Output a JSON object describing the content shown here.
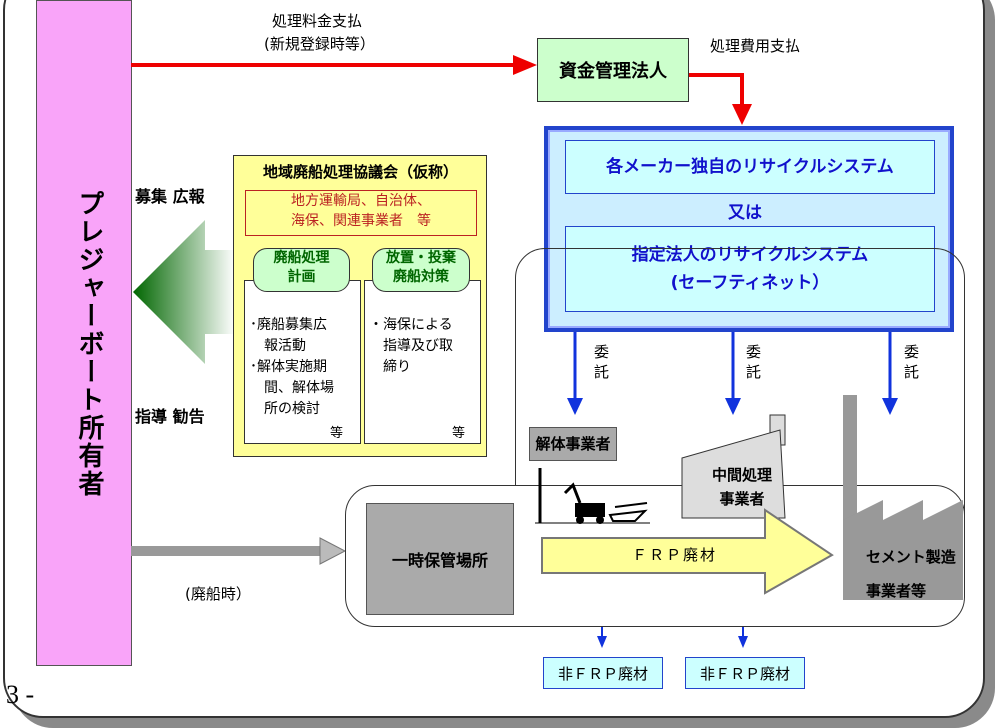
{
  "owner": {
    "label": "プレジャーボート所有者"
  },
  "payment": {
    "line1": "処理料金支払",
    "line2": "(新規登録時等）"
  },
  "cost_payment": "処理費用支払",
  "fund_manager": "資金管理法人",
  "system": {
    "maker": "各メーカー独自のリサイクルシステム",
    "or": "又は",
    "designated_line1": "指定法人のリサイクルシステム",
    "designated_line2": "(セーフティネット）"
  },
  "consign": [
    "委",
    "託"
  ],
  "left_labels": {
    "recruit": "募集 広報",
    "guide": "指導 勧告"
  },
  "council": {
    "title": "地域廃船処理協議会（仮称）",
    "members_line1": "地方運輸局、自治体、",
    "members_line2": "海保、関連事業者　等",
    "plan_title_line1": "廃船処理",
    "plan_title_line2": "計画",
    "measure_title_line1": "放置・投棄",
    "measure_title_line2": "廃船対策",
    "plan_items": [
      "･廃船募集広",
      "　報活動",
      "･解体実施期",
      "　間、解体場",
      "　所の検討"
    ],
    "measure_items": [
      "・海保による",
      "　指導及び取",
      "　締り"
    ],
    "etc": "等"
  },
  "storage": "一時保管場所",
  "scrap_time": "(廃船時）",
  "dismantler": "解体事業者",
  "intermediate": {
    "line1": "中間処理",
    "line2": "事業者"
  },
  "cement": {
    "line1": "セメント製造",
    "line2": "事業者等"
  },
  "frp_material": "ＦＲＰ廃材",
  "non_frp": [
    "非ＦＲＰ廃材",
    "非ＦＲＰ廃材"
  ],
  "page_number": "3 -"
}
